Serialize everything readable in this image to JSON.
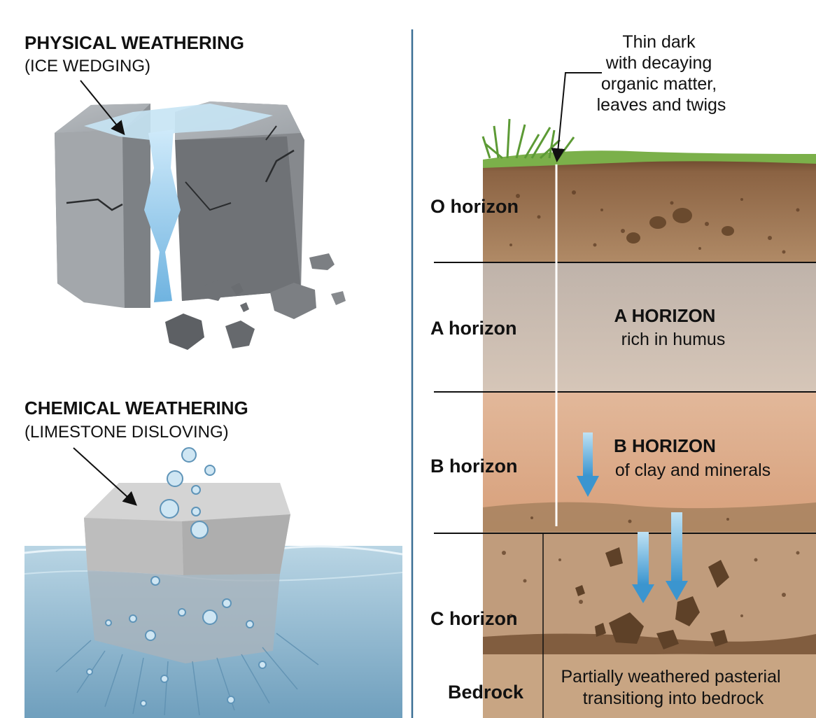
{
  "left": {
    "physical": {
      "title": "PHYSICAL WEATHERING",
      "subtitle": "(ICE WEDGING)"
    },
    "chemical": {
      "title": "CHEMICAL WEATHERING",
      "subtitle": "(LIMESTONE DISLOVING)"
    }
  },
  "right": {
    "o_annotation": [
      "Thin dark",
      "with decaying",
      "organic matter,",
      "leaves and twigs"
    ],
    "horizon_labels": {
      "o": "O horizon",
      "a": "A horizon",
      "b": "B horizon",
      "c": "C horizon",
      "bedrock": "Bedrock"
    },
    "a_layer": {
      "title": "A HORIZON",
      "desc": "rich in humus"
    },
    "b_layer": {
      "title": "B HORIZON",
      "desc": "of clay and minerals"
    },
    "bedrock_desc": [
      "Partially weathered pasterial",
      "transitiong into bedrock"
    ]
  },
  "colors": {
    "divider": "#3a6f95",
    "grass": "#7bb04a",
    "o_soil": "#a17a58",
    "a_soil": "#cbbfb5",
    "b_soil": "#dcaa86",
    "c_soil": "#c09c7c",
    "water": "#8fb8cf",
    "arrow": "#4aa0d4",
    "ice": "#a9d6ef",
    "rock": "#8c9094"
  }
}
